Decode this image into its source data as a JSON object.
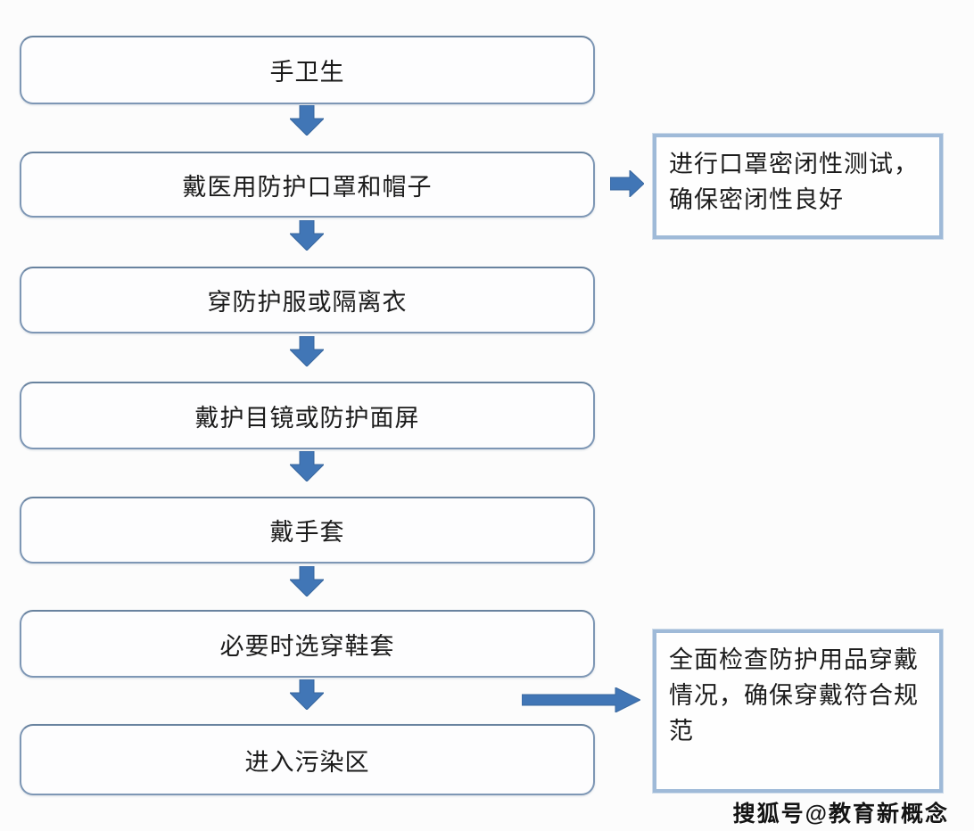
{
  "flow": {
    "steps": [
      {
        "label": "手卫生"
      },
      {
        "label": "戴医用防护口罩和帽子"
      },
      {
        "label": "穿防护服或隔离衣"
      },
      {
        "label": "戴护目镜或防护面屏"
      },
      {
        "label": "戴手套"
      },
      {
        "label": "必要时选穿鞋套"
      },
      {
        "label": "进入污染区"
      }
    ],
    "side_notes": [
      {
        "label": "进行口罩密闭性测试，确保密闭性良好",
        "attached_to": "戴医用防护口罩和帽子"
      },
      {
        "label": "全面检查防护用品穿戴情况，确保穿戴符合规范",
        "attached_to": "必要时选穿鞋套"
      }
    ]
  },
  "colors": {
    "step_border": "#7e97b5",
    "step_fill": "#fdfdfe",
    "note_border": "#9fbad8",
    "arrow_fill": "#4176b6",
    "background": "#fcfcfc"
  },
  "watermark": {
    "text": "搜狐号@教育新概念"
  }
}
